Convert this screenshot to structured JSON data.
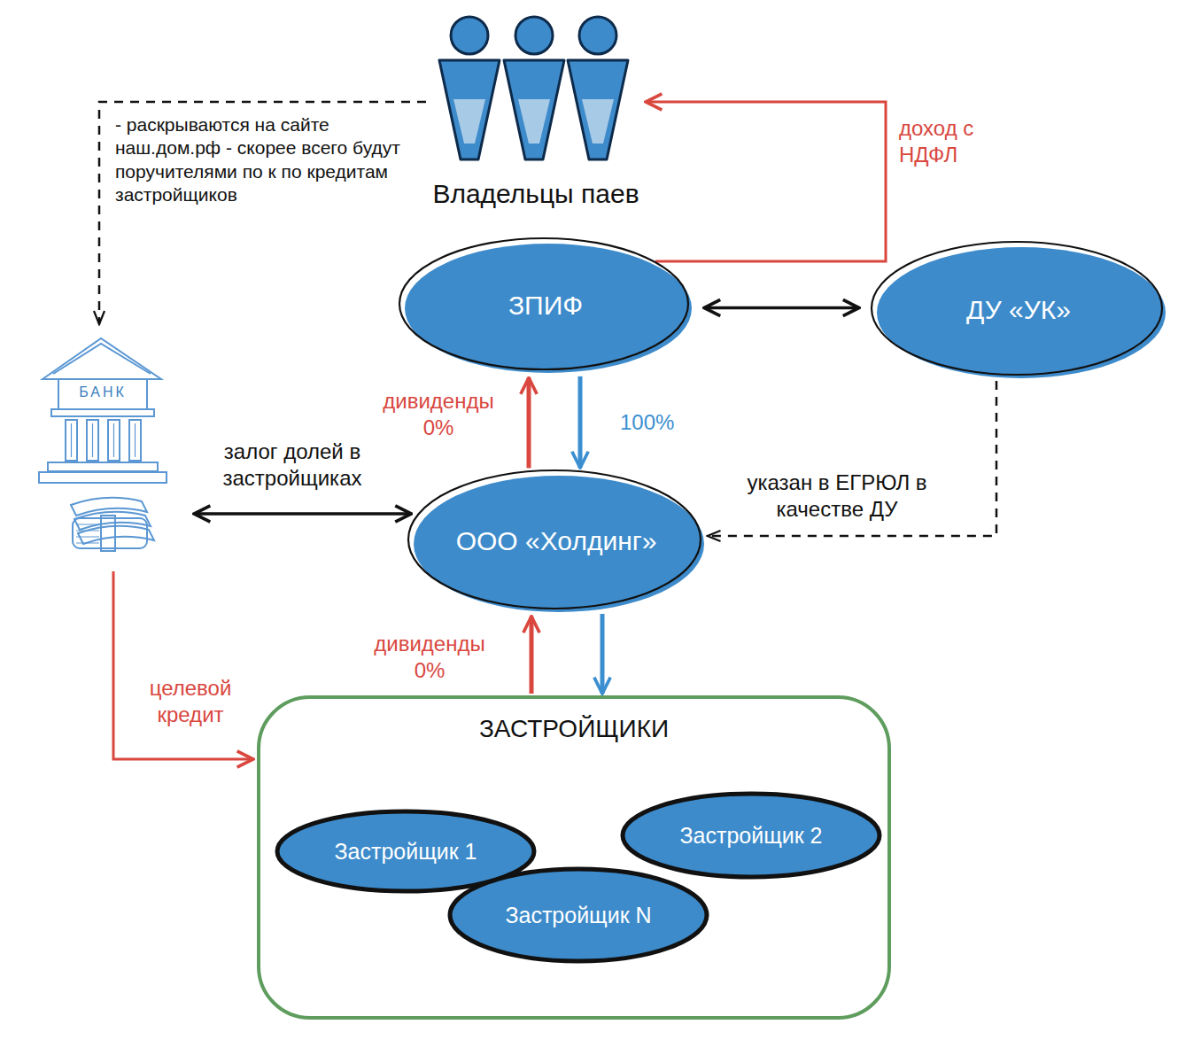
{
  "diagram": {
    "nodes": [
      {
        "text": [
          "Владельцы паев"
        ]
      },
      {
        "text": [
          "ЗПИФ"
        ]
      },
      {
        "text": [
          "ДУ «УК»"
        ]
      },
      {
        "text": [
          "БАНК"
        ]
      },
      {
        "text": [
          "ООО «Холдинг»"
        ]
      },
      {
        "text": [
          "ЗАСТРОЙЩИКИ"
        ]
      },
      {
        "text": [
          "Застройщик 1"
        ],
        "in": 5
      },
      {
        "text": [
          "Застройщик 2"
        ],
        "in": 5
      },
      {
        "text": [
          "Застройщик N"
        ],
        "in": 5
      }
    ],
    "edges": [
      {
        "from": 1,
        "to": 0,
        "arrow": "to",
        "label": "доход с НДФЛ"
      },
      {
        "from": 0,
        "to": 3,
        "arrow": "to",
        "label": "- раскрываются на сайте наш.дом.рф - скорее всего будут поручителями по к по кредитам застройщиков"
      },
      {
        "from": 1,
        "to": 2,
        "arrow": "both"
      },
      {
        "from": 4,
        "to": 1,
        "arrow": "to",
        "label": "дивиденды 0%"
      },
      {
        "from": 1,
        "to": 4,
        "arrow": "to",
        "label": "100%"
      },
      {
        "from": 3,
        "to": 4,
        "arrow": "both",
        "label": "залог долей в застройщиках"
      },
      {
        "from": 2,
        "to": 4,
        "arrow": "to",
        "label": "указан в ЕГРЮЛ в качестве ДУ"
      },
      {
        "from": 5,
        "to": 4,
        "arrow": "to",
        "label": "дивиденды 0%"
      },
      {
        "from": 4,
        "to": 5,
        "arrow": "to"
      },
      {
        "from": 3,
        "to": 5,
        "arrow": "to",
        "label": "целевой кредит"
      }
    ]
  }
}
